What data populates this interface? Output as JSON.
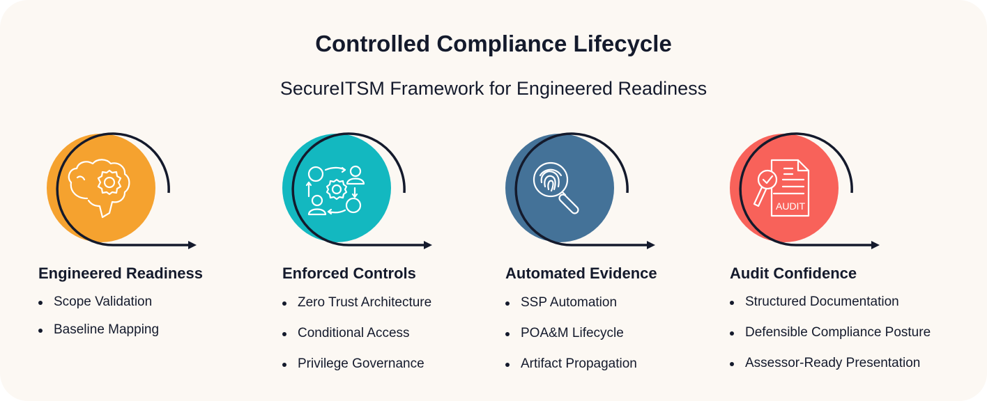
{
  "header": {
    "title": "Controlled Compliance Lifecycle",
    "subtitle": "SecureITSM Framework for Engineered Readiness"
  },
  "colors": {
    "background": "#fcf8f3",
    "ink": "#141a2c",
    "stage1": "#f5a22f",
    "stage2": "#13b8c0",
    "stage3": "#447298",
    "stage4": "#f8625a"
  },
  "stages": [
    {
      "title": "Engineered Readiness",
      "icon": "brain-gear-icon",
      "color": "#f5a22f",
      "items": [
        "Scope Validation",
        "Baseline Mapping"
      ]
    },
    {
      "title": "Enforced Controls",
      "icon": "people-gear-cycle-icon",
      "color": "#13b8c0",
      "items": [
        "Zero Trust Architecture",
        "Conditional Access",
        "Privilege Governance"
      ]
    },
    {
      "title": "Automated Evidence",
      "icon": "fingerprint-magnifier-icon",
      "color": "#447298",
      "items": [
        "SSP Automation",
        "POA&M Lifecycle",
        "Artifact Propagation"
      ]
    },
    {
      "title": "Audit Confidence",
      "icon": "audit-document-icon",
      "color": "#f8625a",
      "items": [
        "Structured Documentation",
        "Defensible Compliance Posture",
        "Assessor-Ready Presentation"
      ],
      "icon_label": "AUDIT"
    }
  ]
}
